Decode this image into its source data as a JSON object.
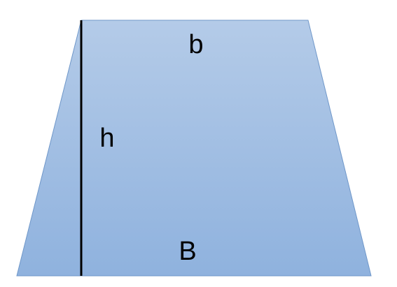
{
  "diagram": {
    "shape": "trapezoid",
    "fill_top": "#b4cbe8",
    "fill_bottom": "#8fb2de",
    "outline_color": "#6f97c9",
    "height_line_color": "#000000",
    "labels": {
      "top_base": "b",
      "height": "h",
      "bottom_base": "B"
    }
  }
}
